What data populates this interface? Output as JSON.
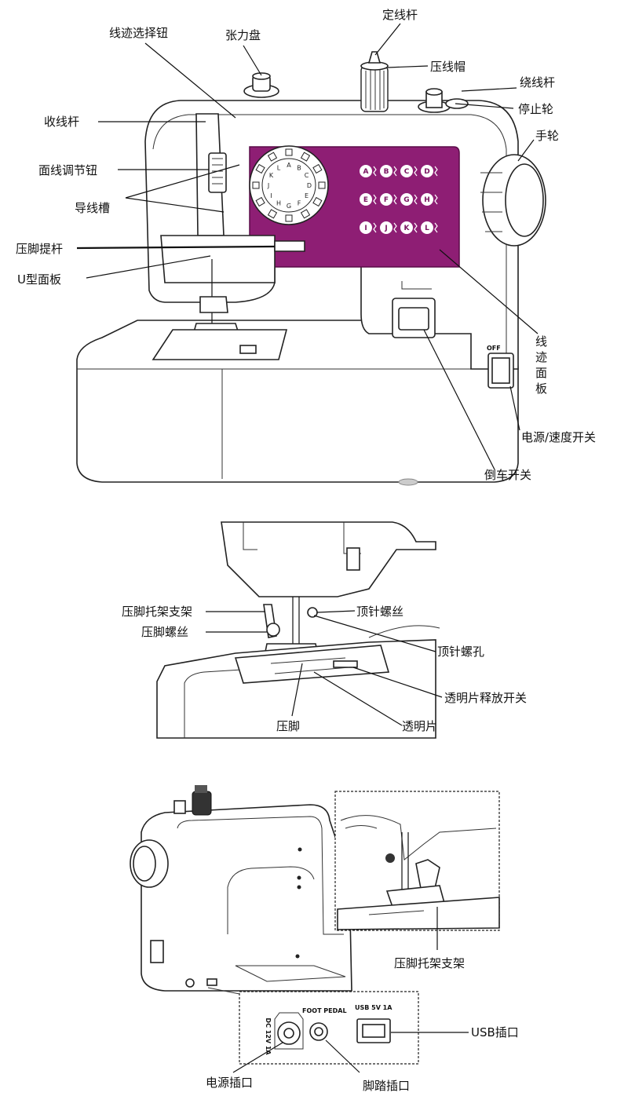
{
  "accent_color": "#8e1e74",
  "section1": {
    "labels": {
      "stitch_selector": "线迹选择钮",
      "tension_dial": "张力盘",
      "spool_pin": "定线杆",
      "spool_cap": "压线帽",
      "bobbin_winder": "绕线杆",
      "stopper": "停止轮",
      "take_up_lever": "收线杆",
      "handwheel": "手轮",
      "upper_tension_knob": "面线调节钮",
      "thread_guide_slot": "导线槽",
      "presser_foot_lever": "压脚提杆",
      "u_panel": "U型面板",
      "stitch_panel": [
        "线",
        "迹",
        "面",
        "板"
      ],
      "power_speed_switch": "电源/速度开关",
      "reverse_switch": "倒车开关"
    },
    "stitch_buttons": [
      [
        "A",
        "B",
        "C",
        "D"
      ],
      [
        "E",
        "F",
        "G",
        "H"
      ],
      [
        "I",
        "J",
        "K",
        "L"
      ]
    ],
    "dial_letters": [
      "A",
      "B",
      "C",
      "D",
      "E",
      "F",
      "G",
      "H",
      "I",
      "J",
      "K",
      "L"
    ],
    "switch_label": "OFF"
  },
  "section2": {
    "labels": {
      "foot_holder_bracket": "压脚托架支架",
      "presser_screw": "压脚螺丝",
      "needle_screw": "顶针螺丝",
      "needle_screw_hole": "顶针螺孔",
      "plate_release_switch": "透明片释放开关",
      "presser_foot": "压脚",
      "clear_plate": "透明片"
    }
  },
  "section3": {
    "labels": {
      "foot_holder_bracket": "压脚托架支架",
      "usb_port": "USB插口",
      "power_jack": "电源插口",
      "pedal_jack": "脚踏插口"
    },
    "port_panel": {
      "dc_text": "DC 12V 1A",
      "foot_pedal_text": "FOOT PEDAL",
      "usb_text": "USB 5V 1A"
    }
  }
}
